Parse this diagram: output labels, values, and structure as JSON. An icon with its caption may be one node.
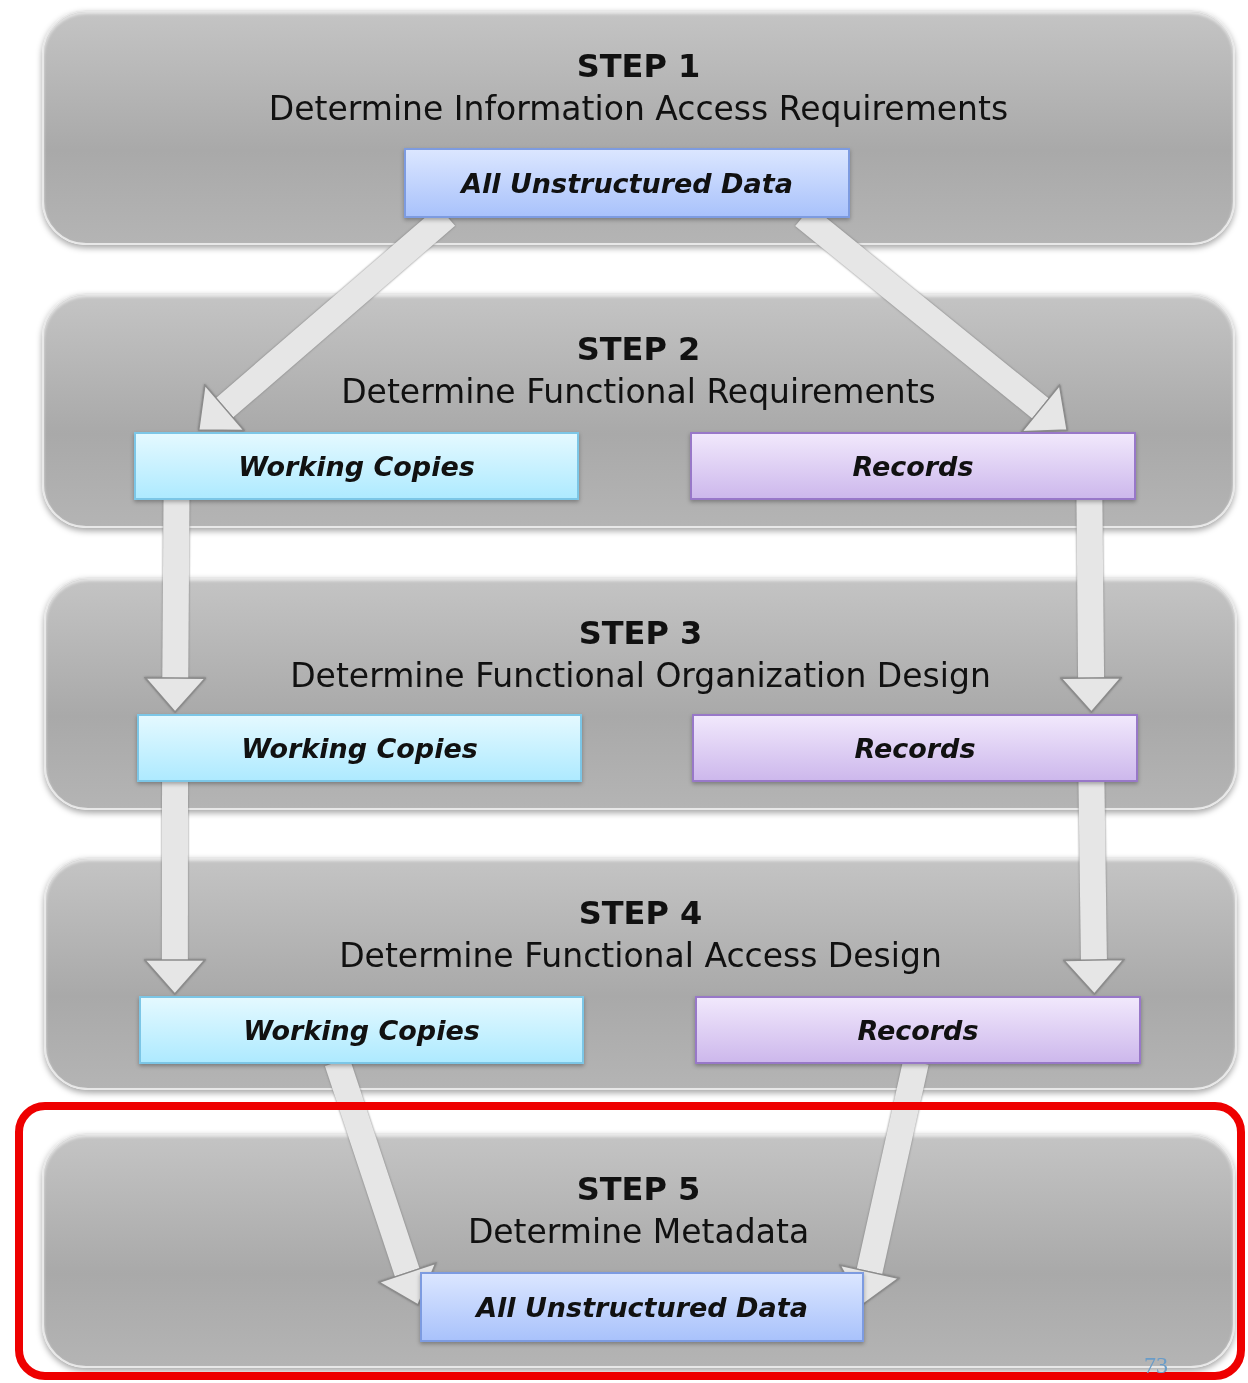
{
  "diagram": {
    "nodes": [
      {
        "text": [
          "STEP 1",
          "Determine Information Access Requirements"
        ]
      },
      {
        "text": [
          "All Unstructured Data"
        ],
        "in": 0
      },
      {
        "text": [
          "STEP 2",
          "Determine Functional Requirements"
        ]
      },
      {
        "text": [
          "Working Copies"
        ],
        "in": 2
      },
      {
        "text": [
          "Records"
        ],
        "in": 2
      },
      {
        "text": [
          "STEP 3",
          "Determine Functional Organization Design"
        ]
      },
      {
        "text": [
          "Working Copies"
        ],
        "in": 5
      },
      {
        "text": [
          "Records"
        ],
        "in": 5
      },
      {
        "text": [
          "STEP 4",
          "Determine Functional Access Design"
        ]
      },
      {
        "text": [
          "Working Copies"
        ],
        "in": 8
      },
      {
        "text": [
          "Records"
        ],
        "in": 8
      },
      {
        "text": [
          "STEP 5",
          "Determine Metadata"
        ]
      },
      {
        "text": [
          "All Unstructured Data"
        ],
        "in": 11
      }
    ],
    "edges": [
      {
        "from": 1,
        "to": 3,
        "arrow": "to"
      },
      {
        "from": 1,
        "to": 4,
        "arrow": "to"
      },
      {
        "from": 3,
        "to": 6,
        "arrow": "to"
      },
      {
        "from": 4,
        "to": 7,
        "arrow": "to"
      },
      {
        "from": 6,
        "to": 9,
        "arrow": "to"
      },
      {
        "from": 7,
        "to": 10,
        "arrow": "to"
      },
      {
        "from": 9,
        "to": 12,
        "arrow": "to"
      },
      {
        "from": 10,
        "to": 12,
        "arrow": "to"
      }
    ],
    "labels": [
      "73"
    ]
  }
}
